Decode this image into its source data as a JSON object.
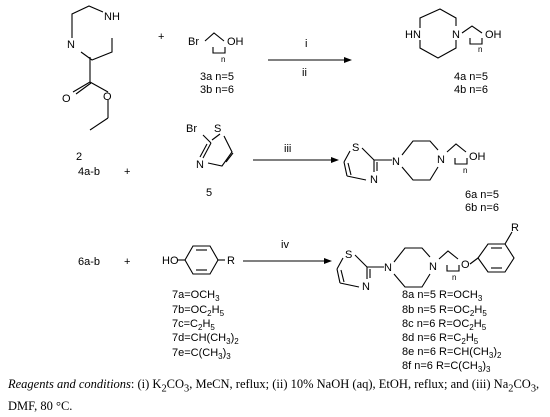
{
  "row1": {
    "cmpd2_atoms": {
      "n1": "N",
      "nh": "NH",
      "o_carbonyl": "O",
      "o_ester": "O"
    },
    "cmpd2_label": "2",
    "plus": "+",
    "bromoalcohol": {
      "br": "Br",
      "n": "n",
      "oh": "OH"
    },
    "labels_3": [
      "3a n=5",
      "3b n=6"
    ],
    "steps": {
      "i": "i",
      "ii": "ii"
    },
    "product_atoms": {
      "hn": "HN",
      "n": "N",
      "n_sub": "n",
      "oh": "OH"
    },
    "labels_4": [
      "4a n=5",
      "4b n=6"
    ]
  },
  "row2": {
    "reactant_label": "4a-b",
    "plus": "+",
    "bromothiazole": {
      "br": "Br",
      "s": "S",
      "n": "N"
    },
    "cmpd5_label": "5",
    "step": "iii",
    "product_atoms": {
      "s": "S",
      "n_ring": "N",
      "n1": "N",
      "n2": "N",
      "n_sub": "n",
      "oh": "OH"
    },
    "labels_6": [
      "6a n=5",
      "6b n=6"
    ]
  },
  "row3": {
    "reactant_label": "6a-b",
    "plus": "+",
    "phenol": {
      "ho": "HO",
      "r": "R"
    },
    "step": "iv",
    "product_atoms": {
      "s": "S",
      "n_ring": "N",
      "n1": "N",
      "n2": "N",
      "n_sub": "n",
      "o": "O",
      "r": "R"
    },
    "labels_7": [
      {
        "base": "7a=OCH",
        "sub": "3",
        "tail": ""
      },
      {
        "base": "7b=OC",
        "sub": "2",
        "mid": "H",
        "sub2": "5"
      },
      {
        "base": "7c=C",
        "sub": "2",
        "mid": "H",
        "sub2": "5"
      },
      {
        "base": "7d=CH(CH",
        "sub": "3",
        "mid": ")",
        "sub2": "2"
      },
      {
        "base": "7e=C(CH",
        "sub": "3",
        "mid": ")",
        "sub2": "3"
      }
    ],
    "labels_8": [
      {
        "cmp": "8a",
        "n": "n=5",
        "r": "R=OCH",
        "sub": "3",
        "mid": "",
        "sub2": ""
      },
      {
        "cmp": "8b",
        "n": "n=5",
        "r": "R=OC",
        "sub": "2",
        "mid": "H",
        "sub2": "5"
      },
      {
        "cmp": "8c",
        "n": "n=6",
        "r": "R=OC",
        "sub": "2",
        "mid": "H",
        "sub2": "5"
      },
      {
        "cmp": "8d",
        "n": "n=6",
        "r": "R=C",
        "sub": "2",
        "mid": "H",
        "sub2": "5"
      },
      {
        "cmp": "8e",
        "n": "n=6",
        "r": "R=CH(CH",
        "sub": "3",
        "mid": ")",
        "sub2": "2"
      },
      {
        "cmp": "8f",
        "n": "n=6",
        "r": "R=C(CH",
        "sub": "3",
        "mid": ")",
        "sub2": "3"
      }
    ]
  },
  "caption": {
    "lead": "Reagents and conditions",
    "p1": ": (i) K",
    "s1": "2",
    "p2": "CO",
    "s2": "3",
    "p3": ", MeCN, reflux; (ii) 10% NaOH (aq), EtOH, reflux; and (iii) Na",
    "s3": "2",
    "p4": "CO",
    "s4": "3",
    "p5": ", DMF, 80 °C."
  }
}
